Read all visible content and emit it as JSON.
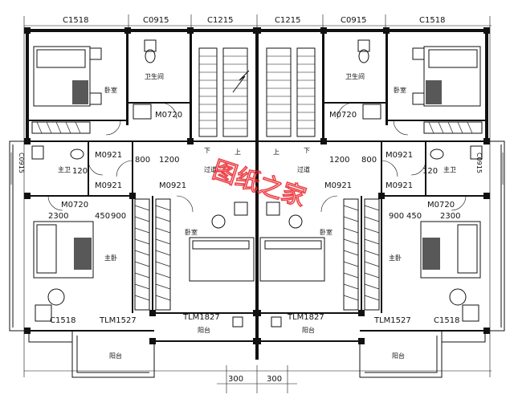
{
  "labels": {
    "c1518_tl": "C1518",
    "c0915_tl": "C0915",
    "c1215_l": "C1215",
    "c1215_r": "C1215",
    "c0915_tr": "C0915",
    "c1518_tr": "C1518",
    "bedroom_tl": "卧室",
    "bath_tl": "卫生间",
    "m0720_tl": "M0720",
    "bedroom_tr": "卧室",
    "bath_tr": "卫生间",
    "m0720_tr": "M0720",
    "m0921_l1": "M0921",
    "d800_l": "800",
    "d1200_l": "1200",
    "down_l": "下",
    "up_l": "上",
    "up_r": "上",
    "down_r": "下",
    "d1200_r": "1200",
    "d800_r": "800",
    "m0921_r1": "M0921",
    "c0915_left_side": "C0915",
    "master_bath_l": "主卫",
    "d120_l": "120",
    "corridor_l": "过道",
    "corridor_r": "过道",
    "master_bath_r": "主卫",
    "d120_r": "120",
    "c0915_right_side": "C0915",
    "m0921_l2": "M0921",
    "m0921_r2": "M0921",
    "m0921_l3": "M0921",
    "m0921_r3": "M0921",
    "m0720_l2": "M0720",
    "m0720_r2": "M0720",
    "d2300_l": "2300",
    "d450_l": "450",
    "d900_l": "900",
    "d900_r": "900",
    "d450_r": "450",
    "d2300_r": "2300",
    "master_bed_l": "主卧",
    "bedroom_cl": "卧室",
    "bedroom_cr": "卧室",
    "master_bed_r": "主卧",
    "c1518_bl": "C1518",
    "tlm1527_l": "TLM1527",
    "tlm1827_l": "TLM1827",
    "tlm1827_r": "TLM1827",
    "tlm1527_r": "TLM1527",
    "c1518_br": "C1518",
    "balcony_cl": "阳台",
    "balcony_cr": "阳台",
    "balcony_bl": "阳台",
    "balcony_br": "阳台",
    "d300_l": "300",
    "d300_r": "300"
  },
  "watermark": "图纸之家",
  "colors": {
    "line": "#111111",
    "watermark": "#e8232a",
    "background": "#ffffff"
  }
}
